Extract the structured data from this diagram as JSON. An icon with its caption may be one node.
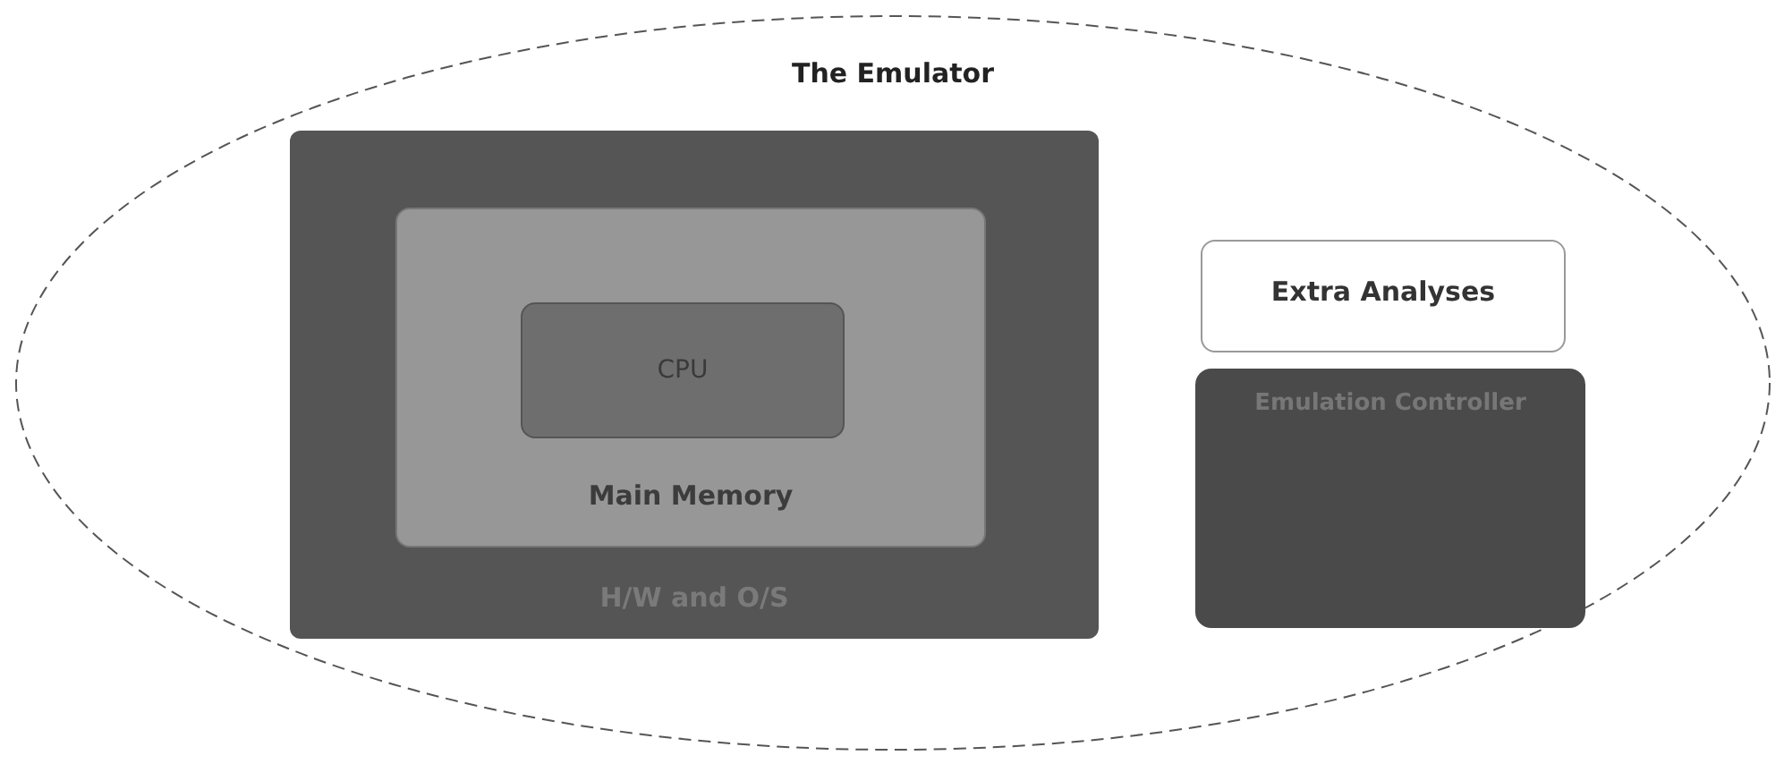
{
  "diagram": {
    "nodes": [
      {
        "text": [
          "The Emulator"
        ]
      },
      {
        "text": [
          "H/W and O/S"
        ],
        "in": 0
      },
      {
        "text": [
          "Main Memory"
        ],
        "in": 1
      },
      {
        "text": [
          "CPU"
        ],
        "in": 2
      },
      {
        "text": [
          "Extra Analyses"
        ],
        "in": 0
      },
      {
        "text": [
          "Emulation Controller"
        ],
        "in": 0
      }
    ]
  }
}
